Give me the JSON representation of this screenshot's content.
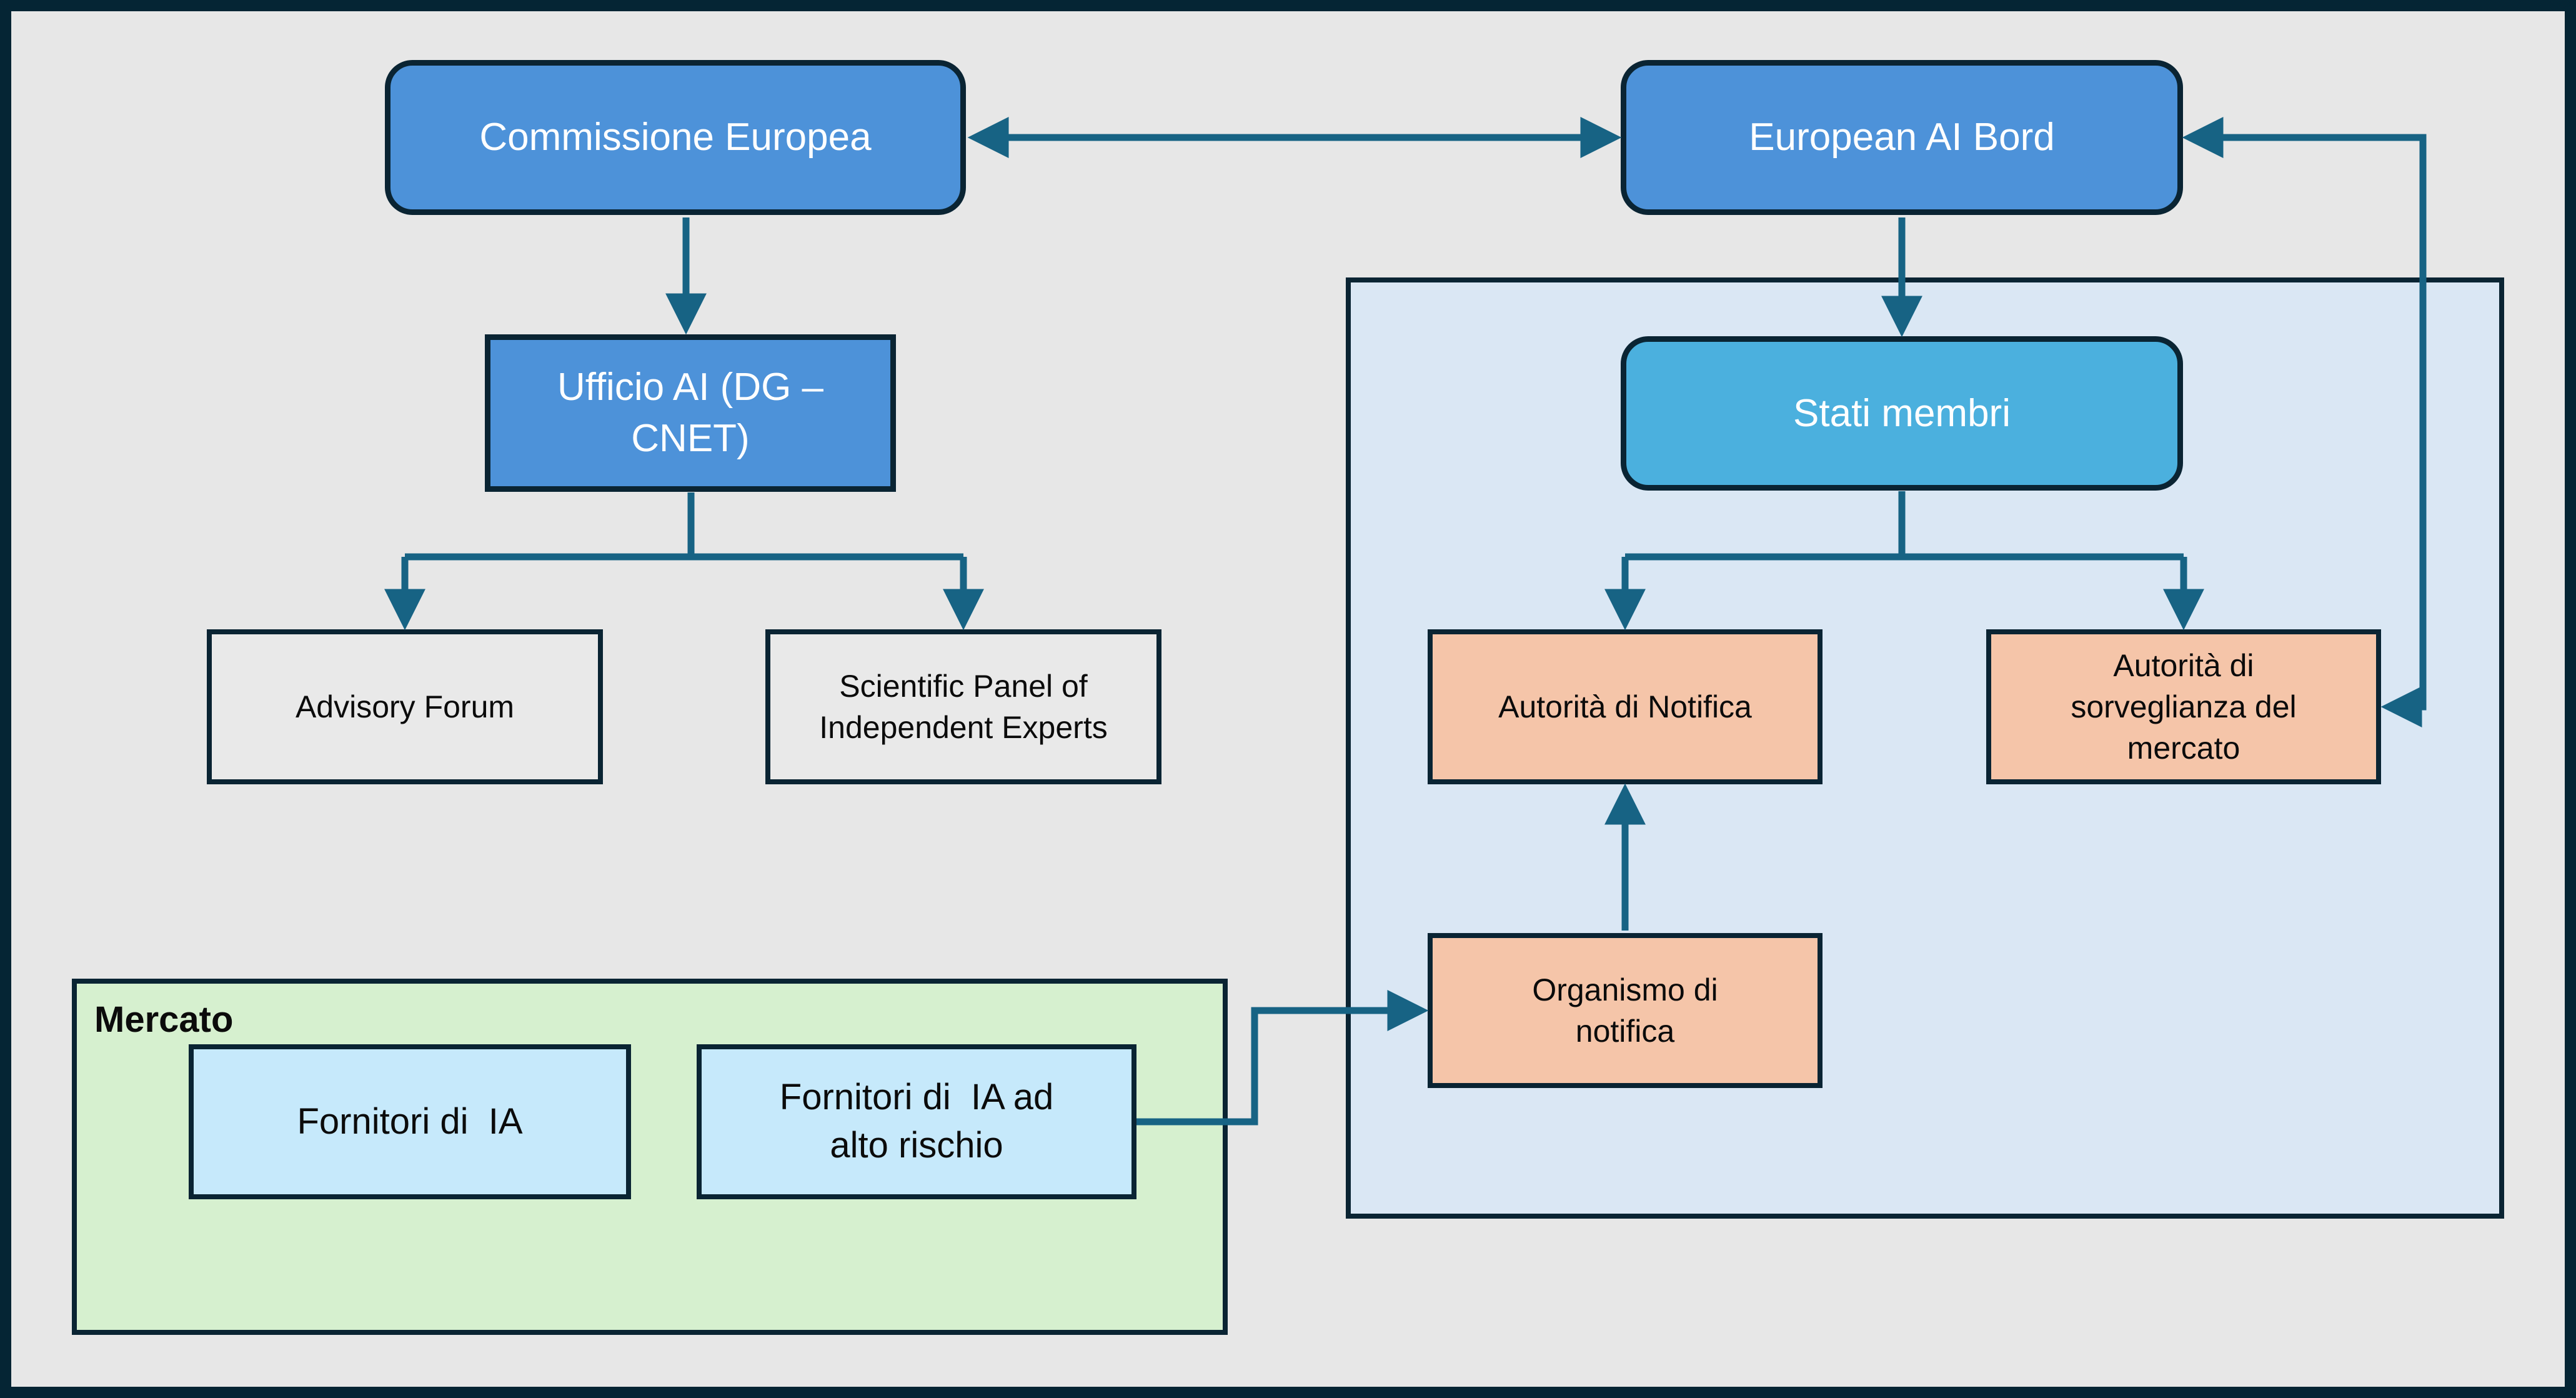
{
  "nodes": {
    "commissione": {
      "label": "Commissione Europea"
    },
    "european_ai_board": {
      "label": "European AI Bord"
    },
    "ufficio_ai": {
      "label": "Ufficio AI (DG –\nCNET)"
    },
    "advisory_forum": {
      "label": "Advisory Forum"
    },
    "scientific_panel": {
      "label": "Scientific Panel of\nIndependent Experts"
    },
    "stati_membri": {
      "label": "Stati membri"
    },
    "autorita_notifica": {
      "label": "Autorità di Notifica"
    },
    "autorita_sorveglianza": {
      "label": "Autorità di\nsorveglianza del\nmercato"
    },
    "organismo_notifica": {
      "label": "Organismo di\nnotifica"
    },
    "fornitori_ia": {
      "label": "Fornitori di  IA"
    },
    "fornitori_ia_alto_rischio": {
      "label": "Fornitori di  IA ad\nalto rischio"
    }
  },
  "containers": {
    "mercato": {
      "label": "Mercato"
    }
  },
  "edges": [
    {
      "from": "commissione",
      "to": "european_ai_board",
      "style": "double-arrow"
    },
    {
      "from": "european_ai_board",
      "to": "autorita_sorveglianza",
      "style": "double-arrow-elbow"
    },
    {
      "from": "commissione",
      "to": "ufficio_ai",
      "style": "arrow"
    },
    {
      "from": "ufficio_ai",
      "to": "advisory_forum",
      "style": "arrow"
    },
    {
      "from": "ufficio_ai",
      "to": "scientific_panel",
      "style": "arrow"
    },
    {
      "from": "european_ai_board",
      "to": "stati_membri",
      "style": "arrow"
    },
    {
      "from": "stati_membri",
      "to": "autorita_notifica",
      "style": "arrow"
    },
    {
      "from": "stati_membri",
      "to": "autorita_sorveglianza",
      "style": "arrow"
    },
    {
      "from": "organismo_notifica",
      "to": "autorita_notifica",
      "style": "arrow"
    },
    {
      "from": "fornitori_ia_alto_rischio",
      "to": "organismo_notifica",
      "style": "arrow-elbow"
    }
  ],
  "colors": {
    "background": "#E7E7E7",
    "frame_border": "#052534",
    "node_border": "#0A2433",
    "node_blue": "#4D92D9",
    "node_cyan": "#4BB0DE",
    "node_orange": "#F5C5A9",
    "node_gray": "#E9E9E9",
    "node_lightblue": "#C6E9FB",
    "container_blue": "#DAE7F4",
    "container_green": "#D6F0CF",
    "arrow": "#176384",
    "text_dark": "#0B0B0B",
    "text_light": "#FFFFFF"
  }
}
